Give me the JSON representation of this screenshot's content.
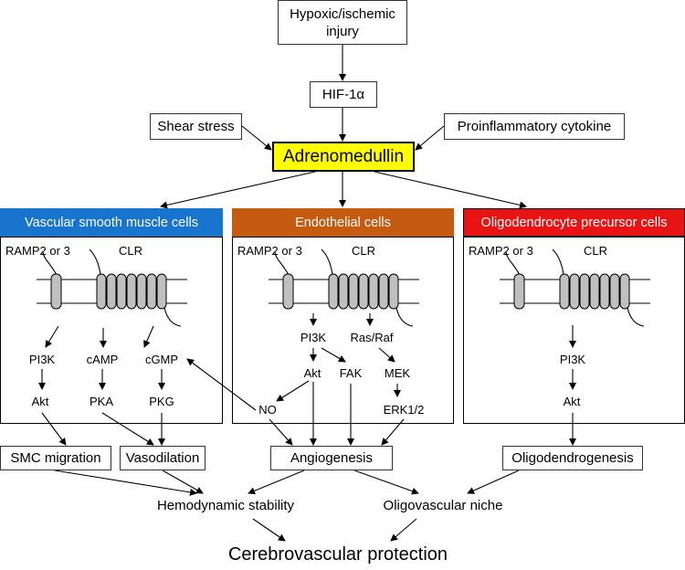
{
  "top": {
    "injury": "Hypoxic/ischemic injury",
    "hif": "HIF-1α",
    "shear": "Shear stress",
    "cytokine": "Proinflammatory cytokine",
    "adm": "Adrenomedullin",
    "adm_color": "#ffff00"
  },
  "panels": {
    "vsmc": {
      "title": "Vascular smooth muscle cells",
      "color": "#1874cd",
      "ramp": "RAMP2 or 3",
      "clr": "CLR",
      "pi3k": "PI3K",
      "camp": "cAMP",
      "cgmp": "cGMP",
      "akt": "Akt",
      "pka": "PKA",
      "pkg": "PKG"
    },
    "endo": {
      "title": "Endothelial cells",
      "color": "#c55a11",
      "ramp": "RAMP2 or 3",
      "clr": "CLR",
      "pi3k": "PI3K",
      "rasraf": "Ras/Raf",
      "akt": "Akt",
      "fak": "FAK",
      "mek": "MEK",
      "no": "NO",
      "erk": "ERK1/2"
    },
    "opc": {
      "title": "Oligodendrocyte precursor cells",
      "color": "#e81414",
      "ramp": "RAMP2 or 3",
      "clr": "CLR",
      "pi3k": "PI3K",
      "akt": "Akt"
    }
  },
  "outcomes": {
    "smc_migration": "SMC migration",
    "vasodilation": "Vasodilation",
    "angiogenesis": "Angiogenesis",
    "oligodendrogenesis": "Oligodendrogenesis",
    "hemodynamic": "Hemodynamic stability",
    "niche": "Oligovascular niche",
    "protection": "Cerebrovascular protection"
  }
}
